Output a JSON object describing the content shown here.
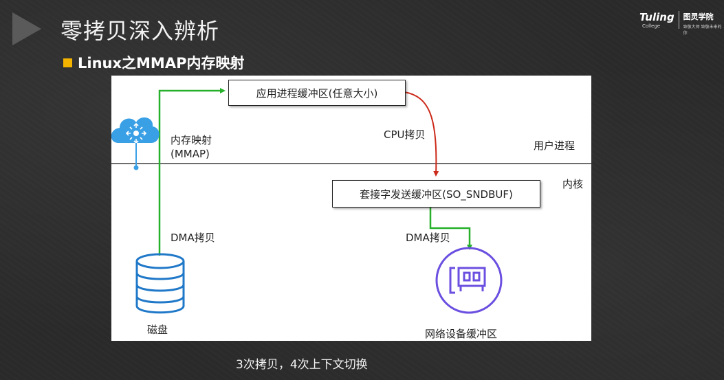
{
  "slide": {
    "title": "零拷贝深入辨析",
    "subtitle": "Linux之MMAP内存映射",
    "caption": "3次拷贝，4次上下文切换"
  },
  "logo": {
    "brand": "Tuling",
    "brand_sub": "College",
    "name_cn": "图灵学院",
    "tagline": "致敬大师 致敬未来的你"
  },
  "diagram": {
    "app_buffer": "应用进程缓冲区(任意大小)",
    "socket_buffer": "套接字发送缓冲区(SO_SNDBUF)",
    "mmap_label_1": "内存映射",
    "mmap_label_2": "(MMAP)",
    "cpu_copy": "CPU拷贝",
    "user_process": "用户进程",
    "kernel": "内核",
    "dma_copy_left": "DMA拷贝",
    "dma_copy_right": "DMA拷贝",
    "disk": "磁盘",
    "nic_buffer": "网络设备缓冲区"
  },
  "colors": {
    "green_arrow": "#27b02a",
    "red_arrow": "#cc2a1a",
    "icon_blue": "#3aa0e6",
    "disk_blue": "#1f78c8",
    "nic_purple": "#6b4fe0",
    "accent_yellow": "#f5b400"
  },
  "icons": {
    "play": "play-triangle-icon",
    "cloud": "cloud-network-icon",
    "disk": "database-disk-icon",
    "nic": "network-card-icon"
  }
}
